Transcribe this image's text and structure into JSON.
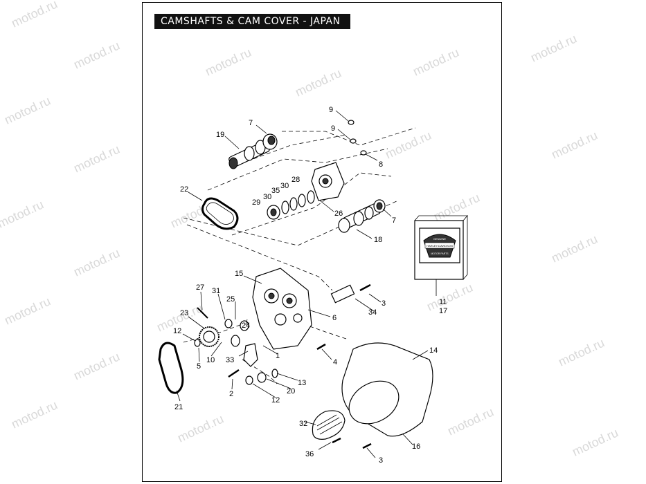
{
  "title": "CAMSHAFTS & CAM COVER - JAPAN",
  "watermark": "motod.ru",
  "colors": {
    "title_bg": "#111111",
    "title_fg": "#ffffff",
    "watermark": "#d9d9d9"
  },
  "callouts": {
    "c9a": "9",
    "c9b": "9",
    "c8": "8",
    "c7a": "7",
    "c7b": "7",
    "c19": "19",
    "c22": "22",
    "c28": "28",
    "c35": "35",
    "c30a": "30",
    "c30b": "30",
    "c29": "29",
    "c26": "26",
    "c18": "18",
    "c15": "15",
    "c27": "27",
    "c31": "31",
    "c25": "25",
    "c23": "23",
    "c24": "24",
    "c6": "6",
    "c3a": "3",
    "c34": "34",
    "c12a": "12",
    "c5": "5",
    "c10": "10",
    "c33": "33",
    "c1": "1",
    "c4": "4",
    "c13": "13",
    "c20": "20",
    "c2": "2",
    "c12b": "12",
    "c21": "21",
    "c14": "14",
    "c32": "32",
    "c16": "16",
    "c36": "36",
    "c3b": "3",
    "c11": "11",
    "c17": "17"
  },
  "genuine_badge": {
    "top": "GENUINE",
    "mid": "HARLEY-DAVIDSON",
    "bottom": "MOTOR PARTS"
  }
}
